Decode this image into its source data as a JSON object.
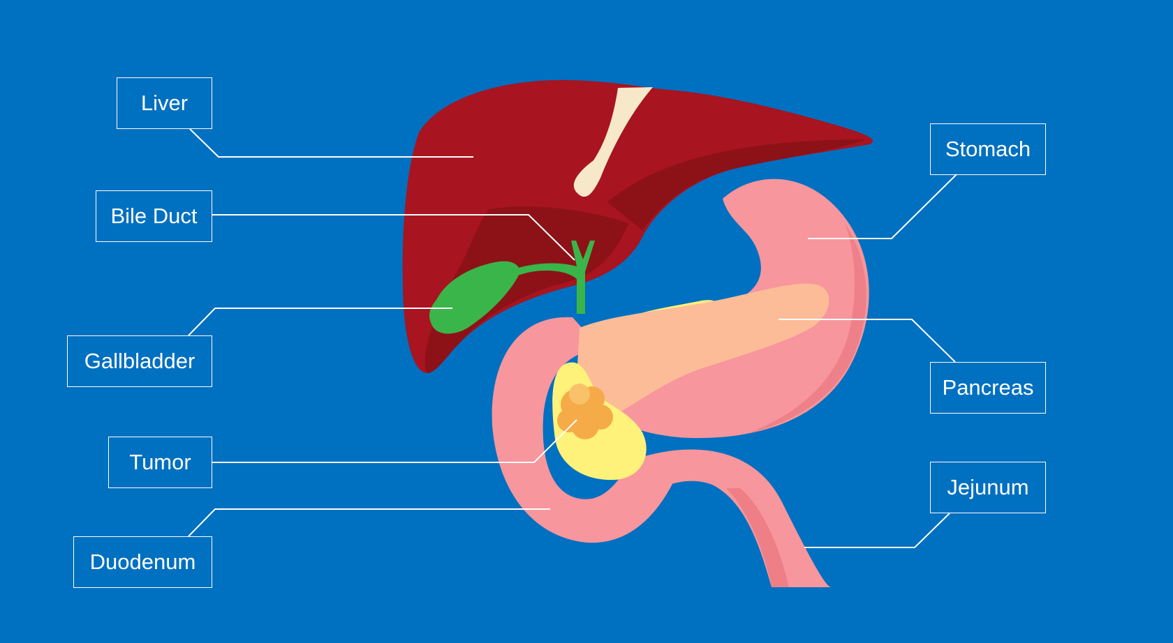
{
  "colors": {
    "background": "#0070c0",
    "liver": "#a8141f",
    "liver_shade": "#8d1218",
    "gallbladder": "#3ab54a",
    "stomach": "#f7969c",
    "pancreas": "#fcbc98",
    "tumor_region": "#fff27a",
    "tumor": "#f5a845",
    "label": "#ffffff"
  },
  "labels": {
    "liver": "Liver",
    "bile_duct": "Bile Duct",
    "gallbladder": "Gallbladder",
    "tumor": "Tumor",
    "duodenum": "Duodenum",
    "stomach": "Stomach",
    "pancreas": "Pancreas",
    "jejunum": "Jejunum"
  }
}
